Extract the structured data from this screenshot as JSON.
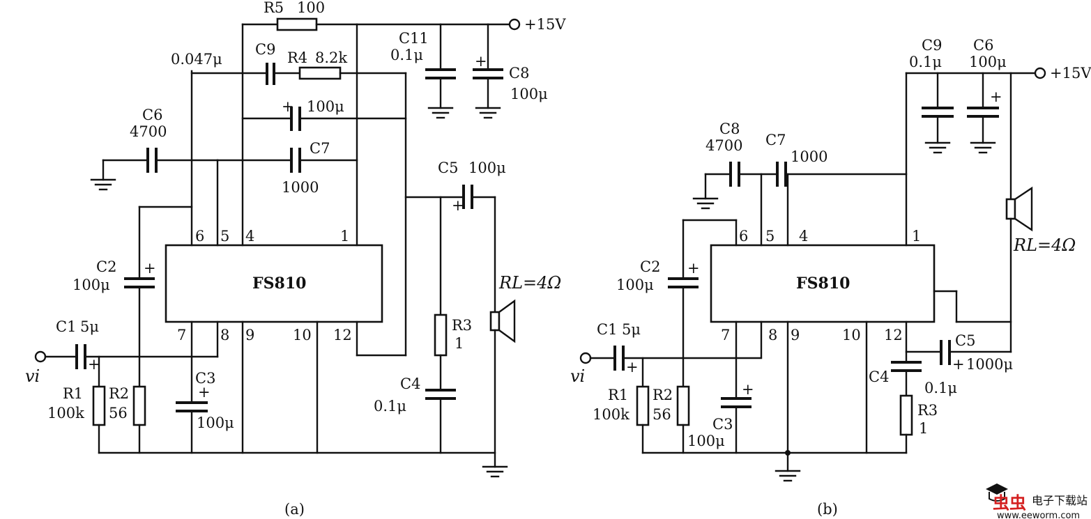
{
  "supply": "+15V",
  "watermark": {
    "name": "电子下载站",
    "url": "www.eeworm.com"
  },
  "diagram_a": {
    "caption": "(a)",
    "ic_label": "FS810",
    "input": "vi",
    "load": "RL=4Ω",
    "pins": {
      "p6": "6",
      "p5": "5",
      "p4": "4",
      "p1": "1",
      "p7": "7",
      "p8": "8",
      "p9": "9",
      "p10": "10",
      "p12": "12"
    },
    "r5": {
      "name": "R5",
      "value": "100"
    },
    "r4": {
      "name": "R4",
      "value": "8.2k"
    },
    "c9": {
      "name": "C9",
      "value": "0.047μ"
    },
    "c11": {
      "name": "C11",
      "value": "0.1μ"
    },
    "c8": {
      "name": "C8",
      "value": "100μ"
    },
    "c10": {
      "value": "100μ"
    },
    "c6": {
      "name": "C6",
      "value": "4700"
    },
    "c7": {
      "name": "C7",
      "value": "1000"
    },
    "c5": {
      "name": "C5",
      "value": "100μ"
    },
    "c2": {
      "name": "C2",
      "value": "100μ"
    },
    "c1": {
      "name": "C1",
      "value": "5μ"
    },
    "r1": {
      "name": "R1",
      "value": "100k"
    },
    "r2": {
      "name": "R2",
      "value": "56"
    },
    "c3": {
      "name": "C3",
      "value": "100μ"
    },
    "r3": {
      "name": "R3",
      "value": "1"
    },
    "c4": {
      "name": "C4",
      "value": "0.1μ"
    }
  },
  "diagram_b": {
    "caption": "(b)",
    "ic_label": "FS810",
    "input": "vi",
    "load": "RL=4Ω",
    "pins": {
      "p6": "6",
      "p5": "5",
      "p4": "4",
      "p1": "1",
      "p7": "7",
      "p8": "8",
      "p9": "9",
      "p10": "10",
      "p12": "12"
    },
    "c9": {
      "name": "C9",
      "value": "0.1μ"
    },
    "c6": {
      "name": "C6",
      "value": "100μ"
    },
    "c8": {
      "name": "C8",
      "value": "4700"
    },
    "c7": {
      "name": "C7",
      "value": "1000"
    },
    "c2": {
      "name": "C2",
      "value": "100μ"
    },
    "c1": {
      "name": "C1",
      "value": "5μ"
    },
    "r1": {
      "name": "R1",
      "value": "100k"
    },
    "r2": {
      "name": "R2",
      "value": "56"
    },
    "c3": {
      "name": "C3",
      "value": "100μ"
    },
    "c5": {
      "name": "C5",
      "value": "1000μ"
    },
    "c4": {
      "name": "C4",
      "value": "0.1μ"
    },
    "r3": {
      "name": "R3",
      "value": "1"
    }
  }
}
